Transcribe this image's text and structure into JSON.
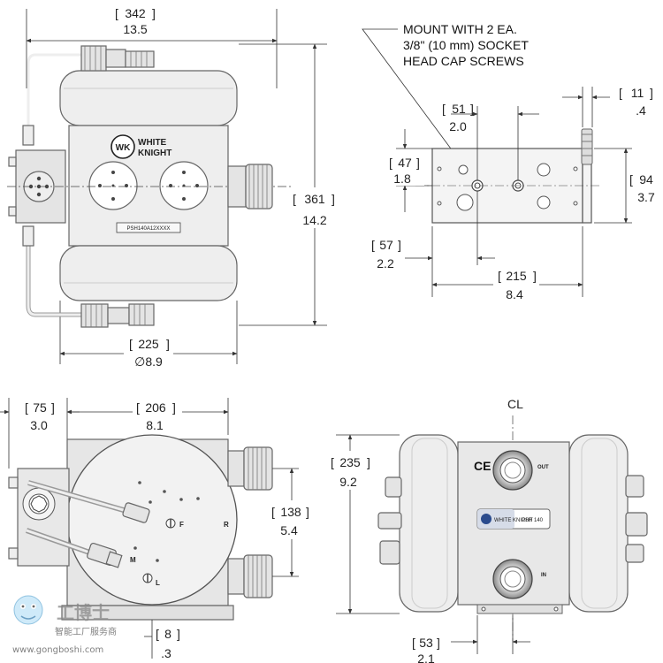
{
  "top_left_view": {
    "width_mm": "342",
    "width_in": "13.5",
    "height_mm": "361",
    "height_in": "14.2",
    "diameter_mm": "225",
    "diameter_in": "∅8.9",
    "brand_line1": "WHITE",
    "brand_line2": "KNIGHT",
    "logo_letters": "WK",
    "part_label": "PSH140A12XXXX"
  },
  "top_right_view": {
    "note_line1": "MOUNT WITH 2 EA.",
    "note_line2": "3/8\" (10 mm) SOCKET",
    "note_line3": "HEAD CAP SCREWS",
    "spacing_mm": "51",
    "spacing_in": "2.0",
    "thickness_mm": "11",
    "thickness_in": ".4",
    "hole_height_mm": "47",
    "hole_height_in": "1.8",
    "plate_height_mm": "94",
    "plate_height_in": "3.7",
    "offset_mm": "57",
    "offset_in": "2.2",
    "plate_width_mm": "215",
    "plate_width_in": "8.4"
  },
  "bottom_left_view": {
    "depth_mm": "75",
    "depth_in": "3.0",
    "body_width_mm": "206",
    "body_width_in": "8.1",
    "port_spacing_mm": "138",
    "port_spacing_in": "5.4",
    "base_mm": "8",
    "base_in": ".3",
    "port_label_f": "F",
    "port_label_r": "R",
    "port_label_m": "M",
    "port_label_l": "L"
  },
  "bottom_right_view": {
    "centerline": "CL",
    "height_mm": "235",
    "height_in": "9.2",
    "offset_mm": "53",
    "offset_in": "2.1",
    "ce_mark": "CE",
    "out_label": "OUT",
    "in_label": "IN",
    "badge_text": "PSH 140",
    "badge_brand": "WHITE KNIGHT"
  },
  "watermark": {
    "line1": "工博士",
    "line2": "智能工厂服务商",
    "url": "www.gongboshi.com"
  }
}
